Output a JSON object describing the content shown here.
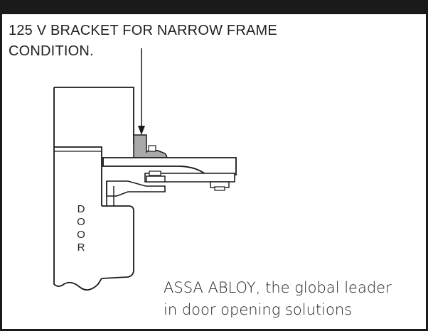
{
  "caption": {
    "line1": "125 V BRACKET FOR NARROW FRAME",
    "line2": "CONDITION."
  },
  "door_label": [
    "D",
    "O",
    "O",
    "R"
  ],
  "footer": {
    "line1": "ASSA ABLOY, the global leader",
    "line2": "in door opening solutions"
  },
  "colors": {
    "border": "#1a1a1a",
    "bracket": "#a9a9a9",
    "line": "#1a1a1a"
  }
}
